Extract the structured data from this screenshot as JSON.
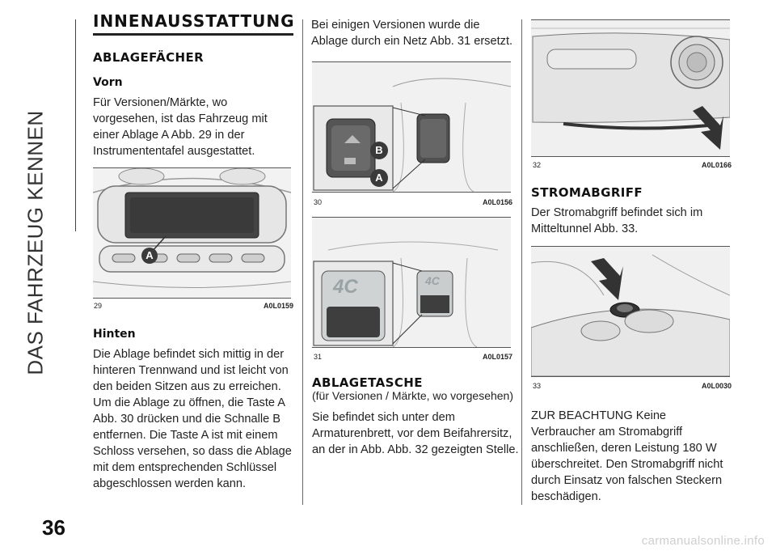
{
  "section_tab": "DAS FAHRZEUG KENNEN",
  "page_number": "36",
  "chapter_title": "INNENAUSSTATTUNG",
  "col1": {
    "heading": "ABLAGEFÄCHER",
    "sub_front": "Vorn",
    "front_text": "Für Versionen/Märkte, wo vorgesehen, ist das Fahrzeug mit einer Ablage A Abb. 29 in der Instrumententafel ausgestattet.",
    "fig29": {
      "num": "29",
      "code": "A0L0159",
      "callout": "A"
    },
    "sub_rear": "Hinten",
    "rear_text": "Die Ablage befindet sich mittig in der hinteren Trennwand und ist leicht von den beiden Sitzen aus zu erreichen. Um die Ablage zu öffnen, die Taste A Abb. 30 drücken und die Schnalle B entfernen. Die Taste A ist mit einem Schloss versehen, so dass die Ablage mit dem entsprechenden Schlüssel abgeschlossen werden kann."
  },
  "col2": {
    "intro_text": "Bei einigen Versionen wurde die Ablage durch ein Netz Abb. 31 ersetzt.",
    "fig30": {
      "num": "30",
      "code": "A0L0156",
      "callout_b": "B",
      "callout_a": "A"
    },
    "fig31": {
      "num": "31",
      "code": "A0L0157",
      "logo": "4C"
    },
    "heading": "ABLAGETASCHE",
    "note": "(für Versionen / Märkte, wo vorgesehen)",
    "text": "Sie befindet sich unter dem Armaturenbrett, vor dem Beifahrersitz, an der in Abb. Abb. 32 gezeigten Stelle."
  },
  "col3": {
    "fig32": {
      "num": "32",
      "code": "A0L0166"
    },
    "heading": "STROMABGRIFF",
    "text": "Der Stromabgriff befindet sich im Mitteltunnel Abb. 33.",
    "fig33": {
      "num": "33",
      "code": "A0L0030"
    },
    "warning": "ZUR BEACHTUNG Keine Verbraucher am Stromabgriff anschließen, deren Leistung 180 W überschreitet. Den Stromabgriff nicht durch Einsatz von falschen Steckern beschädigen."
  },
  "watermark": "carmanualsonline.info",
  "colors": {
    "text": "#222222",
    "rule": "#666666",
    "callout": "#3a3a3a"
  }
}
